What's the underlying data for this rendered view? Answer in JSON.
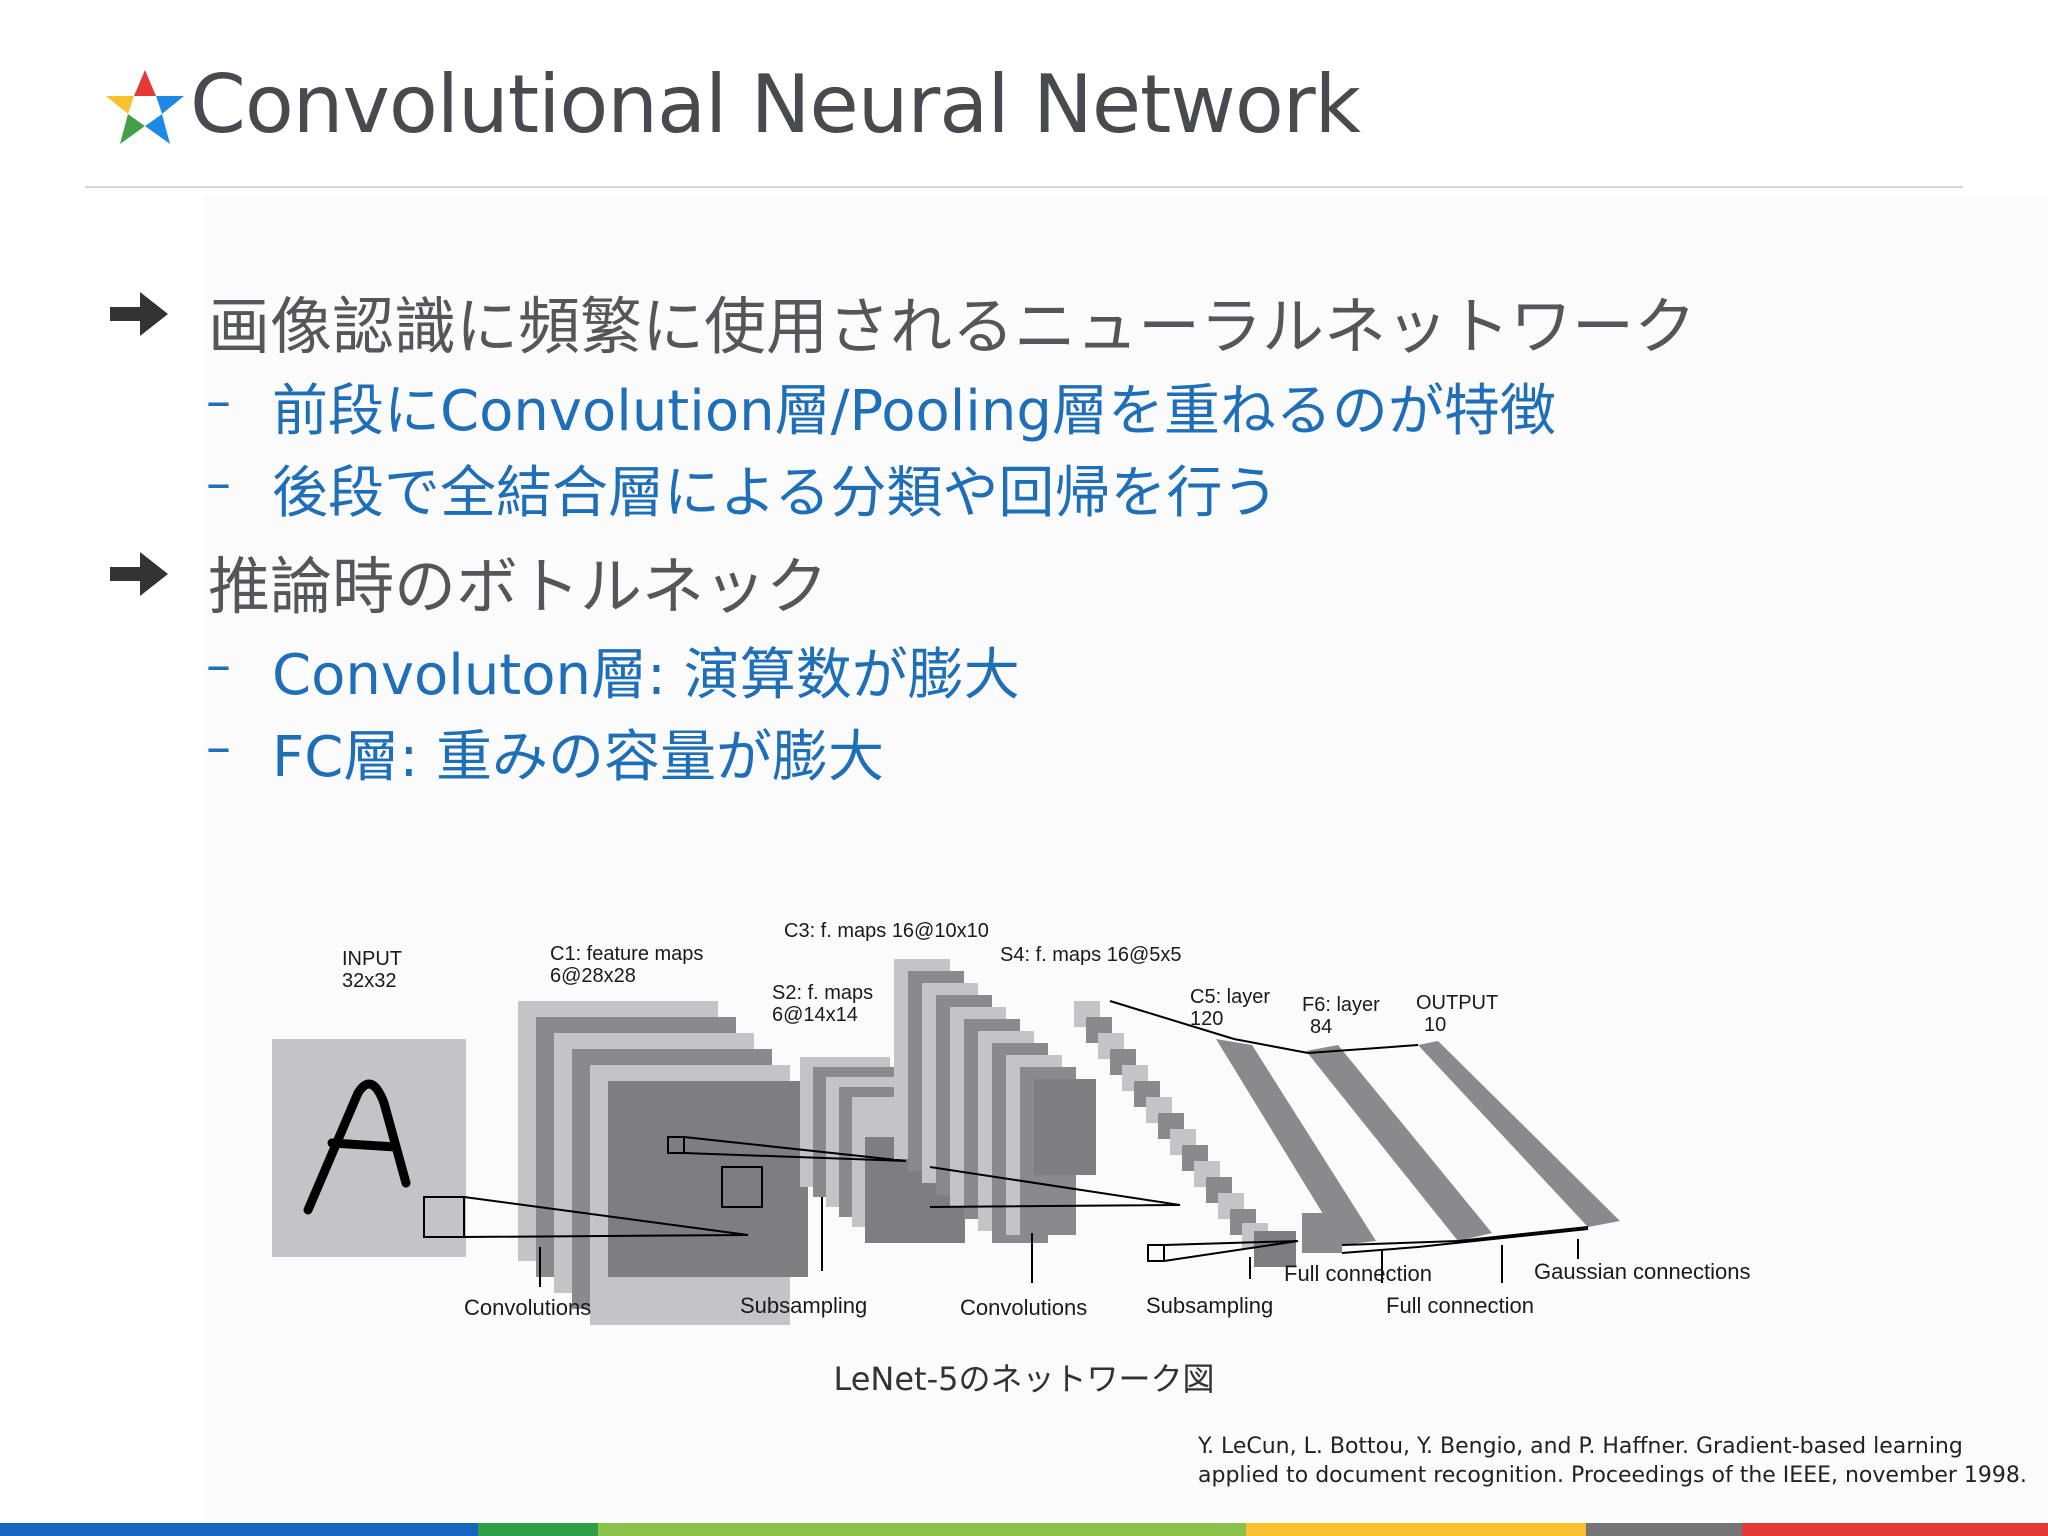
{
  "header": {
    "title": "Convolutional Neural Network",
    "logo_colors": [
      "#e53935",
      "#1e88e5",
      "#43a047",
      "#fbc02d"
    ]
  },
  "bullets": [
    {
      "text": "画像認識に頻繁に使用されるニューラルネットワーク",
      "subs": [
        "前段にConvolution層/Pooling層を重ねるのが特徴",
        "後段で全結合層による分類や回帰を行う"
      ]
    },
    {
      "text": "推論時のボトルネック",
      "subs": [
        "Convoluton層: 演算数が膨大",
        "FC層: 重みの容量が膨大"
      ]
    }
  ],
  "sub_dash": "–",
  "diagram": {
    "input_title": "INPUT",
    "input_size": "32x32",
    "c1_title": "C1: feature maps",
    "c1_size": "6@28x28",
    "s2_title": "S2: f. maps",
    "s2_size": "6@14x14",
    "c3_label": "C3: f. maps 16@10x10",
    "s4_label": "S4: f. maps 16@5x5",
    "c5_title": "C5: layer",
    "c5_size": "120",
    "f6_title": "F6: layer",
    "f6_size": "84",
    "output_title": "OUTPUT",
    "output_size": "10",
    "ops": {
      "convolutions_1": "Convolutions",
      "subsampling_1": "Subsampling",
      "convolutions_2": "Convolutions",
      "subsampling_2": "Subsampling",
      "full_connection_1": "Full connection",
      "full_connection_2": "Full connection",
      "gaussian": "Gaussian connections"
    }
  },
  "caption": "LeNet-5のネットワーク図",
  "reference": {
    "line1": "Y. LeCun, L. Bottou, Y. Bengio, and P. Haffner. Gradient-based learning",
    "line2": "applied to document recognition. Proceedings of the IEEE, november 1998."
  },
  "colors": {
    "footer": [
      "#1565c0",
      "#2e9e47",
      "#8bc34a",
      "#fbc02d",
      "#757575",
      "#e53935"
    ]
  }
}
